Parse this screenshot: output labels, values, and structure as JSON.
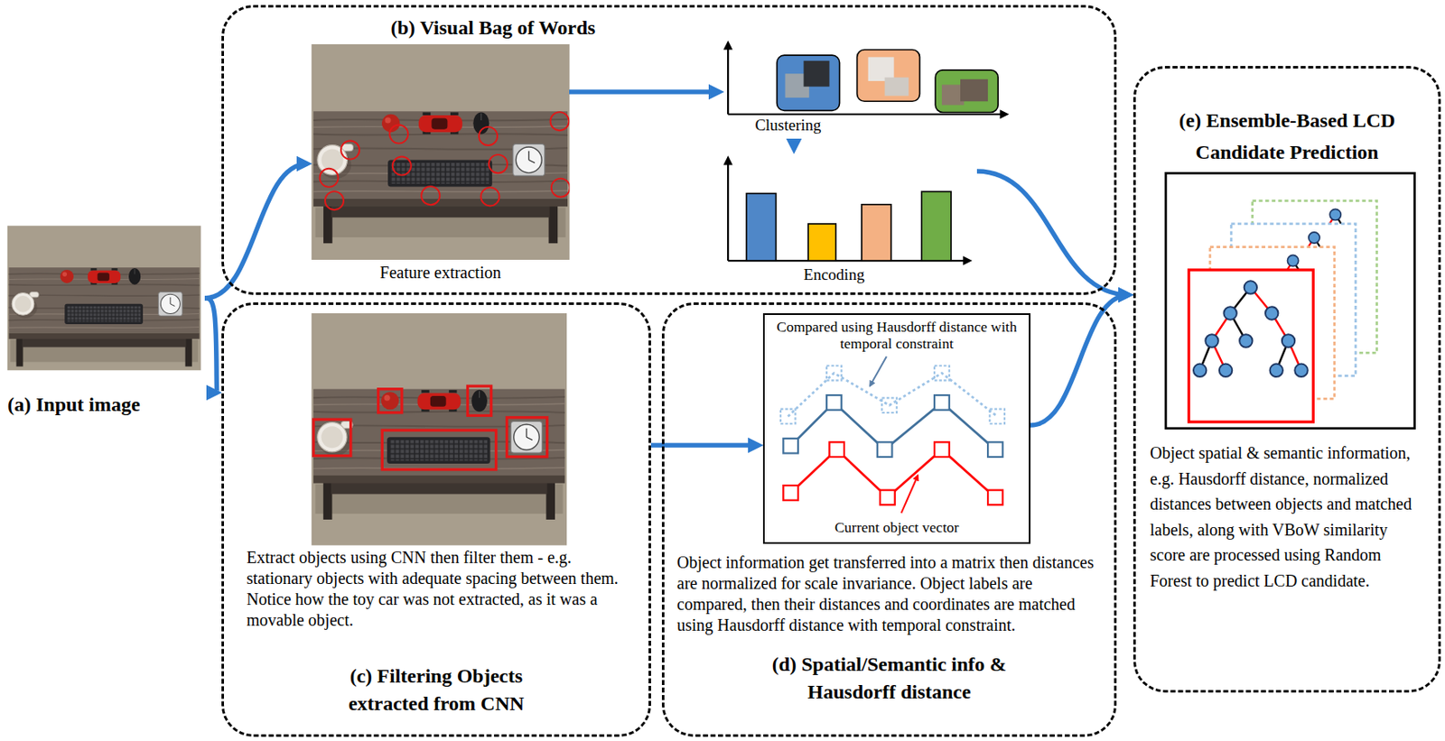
{
  "diagram": {
    "nodes": [
      {
        "text": [
          "(a) Input image"
        ]
      },
      {
        "text": [
          "(b) Visual Bag of Words"
        ]
      },
      {
        "text": [
          "Feature extraction"
        ],
        "in": 1
      },
      {
        "text": [
          "Clustering"
        ],
        "in": 1
      },
      {
        "text": [
          "Encoding"
        ],
        "in": 1
      },
      {
        "text": [
          "Extract objects using CNN then filter them - e.g. stationary objects with adequate spacing between them. Notice how the toy car was not extracted, as it was a movable object.",
          "(c) Filtering Objects extracted from CNN"
        ]
      },
      {
        "text": [
          "Object information get transferred into a matrix then distances are normalized for scale invariance. Object labels are compared, then their distances and coordinates are matched using Hausdorff distance with temporal constraint.",
          "(d) Spatial/Semantic info & Hausdorff distance"
        ]
      },
      {
        "text": [
          "Compared using Hausdorff distance with temporal constraint",
          "Current object vector"
        ],
        "in": 6
      },
      {
        "text": [
          "(e) Ensemble-Based LCD Candidate Prediction",
          "Object spatial & semantic information, e.g. Hausdorff distance, normalized distances between objects and matched labels, along with VBoW similarity score are processed using Random Forest to predict LCD candidate."
        ]
      }
    ],
    "edges": [
      {
        "from": 0,
        "to": 2,
        "arrow": "to"
      },
      {
        "from": 0,
        "to": 5,
        "arrow": "to"
      },
      {
        "from": 2,
        "to": 3,
        "arrow": "to"
      },
      {
        "from": 3,
        "to": 4,
        "arrow": "to"
      },
      {
        "from": 4,
        "to": 8,
        "arrow": "to"
      },
      {
        "from": 5,
        "to": 7,
        "arrow": "to"
      },
      {
        "from": 7,
        "to": 8,
        "arrow": "to"
      }
    ]
  }
}
